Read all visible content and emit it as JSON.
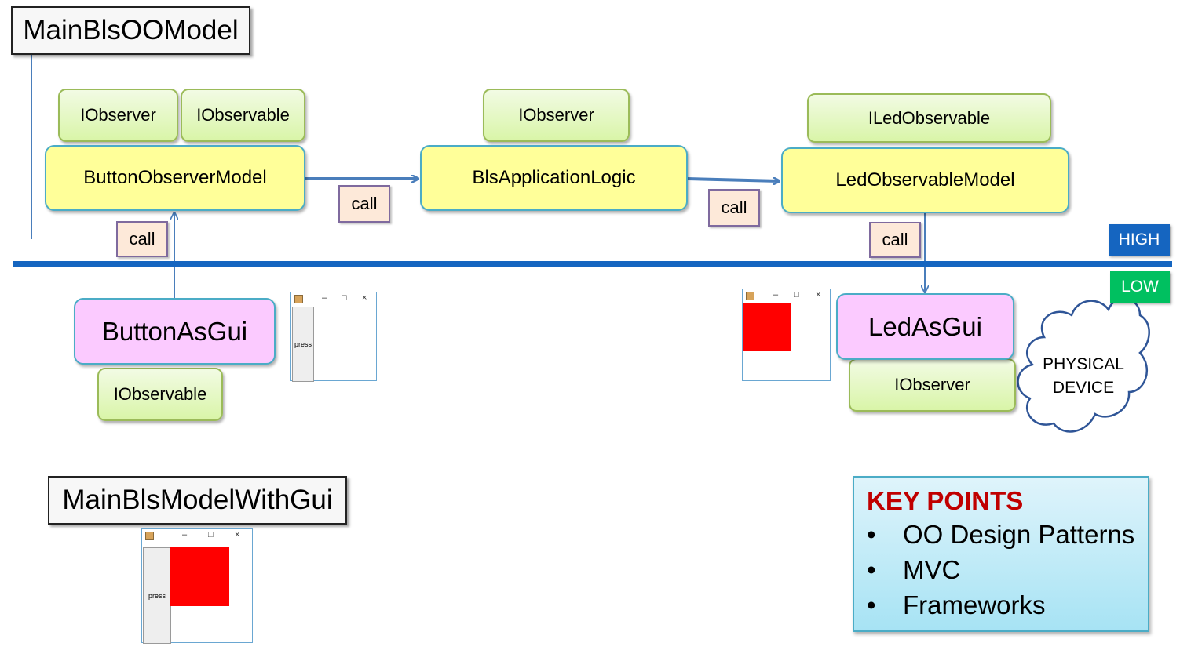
{
  "titles": {
    "main_oo_model": "MainBlsOOModel",
    "main_with_gui": "MainBlsModelWithGui"
  },
  "interfaces": {
    "button_iobserver": "IObserver",
    "button_iobservable": "IObservable",
    "logic_iobserver": "IObserver",
    "led_iledobservable": "ILedObservable",
    "gui_button_iobservable": "IObservable",
    "gui_led_iobserver": "IObserver"
  },
  "components": {
    "button_observer_model": "ButtonObserverModel",
    "bls_application_logic": "BlsApplicationLogic",
    "led_observable_model": "LedObservableModel",
    "button_as_gui": "ButtonAsGui",
    "led_as_gui": "LedAsGui"
  },
  "calls": {
    "call_1": "call",
    "call_2": "call",
    "call_3": "call",
    "call_4": "call"
  },
  "levels": {
    "high": "HIGH",
    "low": "LOW",
    "high_color": "#1565c0",
    "low_color": "#00c060"
  },
  "physical_device": {
    "line1": "PHYSICAL",
    "line2": "DEVICE"
  },
  "windows": {
    "press_label": "press",
    "minimize_glyph": "–",
    "maximize_glyph": "□",
    "close_glyph": "×",
    "led_color": "#ff0000"
  },
  "key_points": {
    "title": "KEY POINTS",
    "bullet": "•",
    "items": [
      "OO Design Patterns",
      "MVC",
      "Frameworks"
    ]
  },
  "colors": {
    "separator": "#1565c0",
    "arrow": "#4a7ebb"
  }
}
